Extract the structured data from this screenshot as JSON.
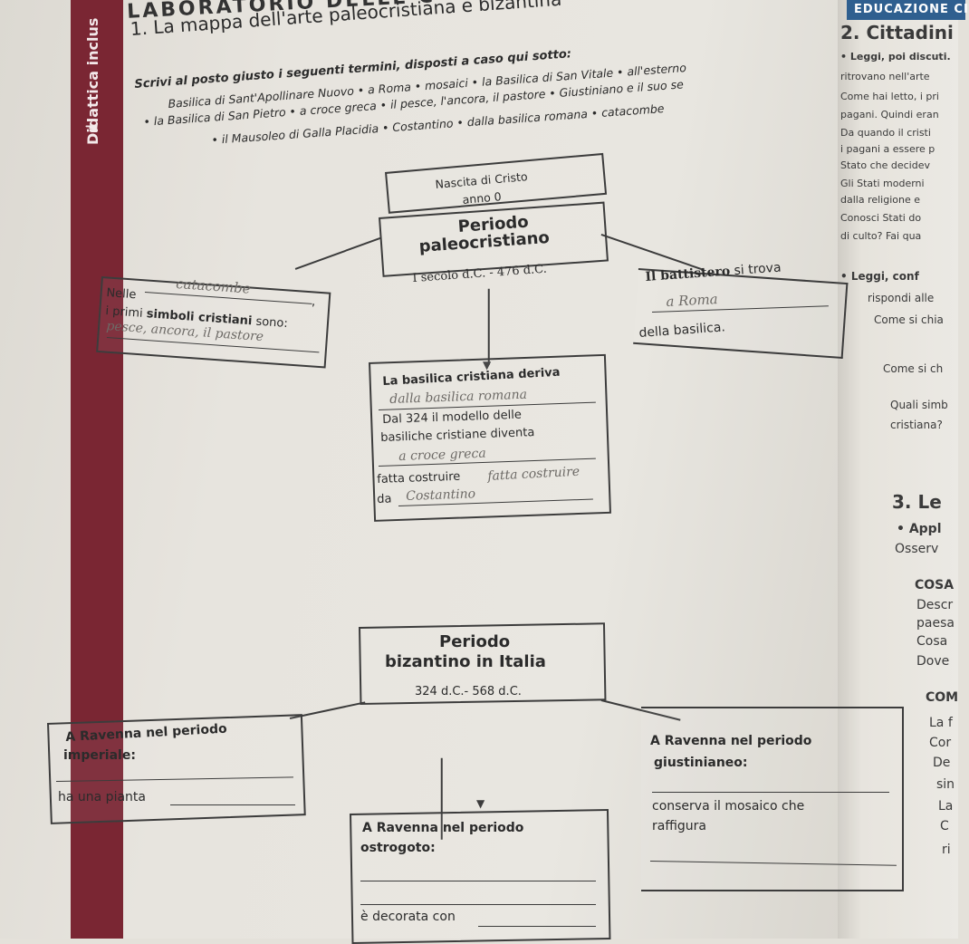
{
  "header": {
    "left": "LABORATORIO DELLE C",
    "right": "EDUCAZIONE CI"
  },
  "spine": {
    "text": "Didattica inclus"
  },
  "exercise": {
    "title": "1. La mappa dell'arte paleocristiana e bizantina",
    "instruction": "Scrivi al posto giusto i seguenti termini, disposti a caso qui sotto:",
    "word_lines": [
      "Basilica di Sant'Apollinare Nuovo • a Roma • mosaici • la Basilica di San Vitale • all'esterno",
      "• la Basilica di San Pietro • a croce greca • il pesce, l'ancora, il pastore • Giustiniano e il suo se",
      "• il Mausoleo di Galla Placidia • Costantino • dalla basilica romana • catacombe"
    ]
  },
  "map": {
    "birth": {
      "line1": "Nascita di Cristo",
      "line2": "anno 0"
    },
    "paleo": {
      "line1": "Periodo",
      "line2": "paleocristiano",
      "dates": "I secolo d.C. - 476 d.C."
    },
    "left_box": {
      "line1": "Nelle",
      "line2": "i primi",
      "line2_bold": "simboli cristiani",
      "line2_end": "sono:",
      "comma": ","
    },
    "battistero": {
      "line1_bold": "Il battistero",
      "line1": "si trova",
      "line2": "della basilica."
    },
    "basilica": {
      "line1": "La basilica cristiana deriva",
      "line2": "Dal 324 il modello delle",
      "line3": "basiliche cristiane diventa",
      "line4": "fatta costruire",
      "line5": "da"
    },
    "bizantino": {
      "line1": "Periodo",
      "line2": "bizantino in Italia",
      "dates": "324 d.C.- 568 d.C."
    },
    "imperiale": {
      "line1": "A Ravenna nel periodo",
      "line2": "imperiale:",
      "line3": "ha una pianta"
    },
    "ostrogoto": {
      "line1": "A Ravenna nel periodo",
      "line2": "ostrogoto:",
      "line3": "è decorata con"
    },
    "giustinianeo": {
      "line1": "A Ravenna nel periodo",
      "line2": "giustinianeo:",
      "line3": "conserva il mosaico che",
      "line4": "raffigura"
    }
  },
  "handwriting": {
    "catacombe": "catacombe",
    "pesce": "pesce, ancora, il pastore",
    "roma": "a Roma",
    "basilica_romana": "dalla basilica romana",
    "croce_greca": "a croce greca",
    "fatta": "fatta costruire",
    "costantino": "Costantino"
  },
  "right_column": {
    "title": "2. Cittadini",
    "bullet1": "• Leggi, poi discuti.",
    "p1": [
      "ritrovano nell'arte",
      "Come hai letto, i pri",
      "pagani. Quindi eran",
      "Da quando il cristi",
      "i pagani a essere p",
      "Stato che decidev",
      "Gli Stati moderni",
      "dalla religione e",
      "Conosci Stati do",
      "di culto? Fai qua"
    ],
    "bullet2": "• Leggi, conf",
    "p2": [
      "rispondi alle",
      "Come si chia"
    ],
    "p3": [
      "Come si ch",
      "Quali simb",
      "cristiana?"
    ],
    "section3": "3. Le",
    "appl": "• Appl",
    "osserv": "Osserv",
    "cosa": "COSA",
    "list1": [
      "Descr",
      "paesa",
      "Cosa",
      "Dove"
    ],
    "com": "COM",
    "list2": [
      "La f",
      "Cor",
      "De",
      "sin",
      "La",
      "C",
      "ri"
    ]
  }
}
